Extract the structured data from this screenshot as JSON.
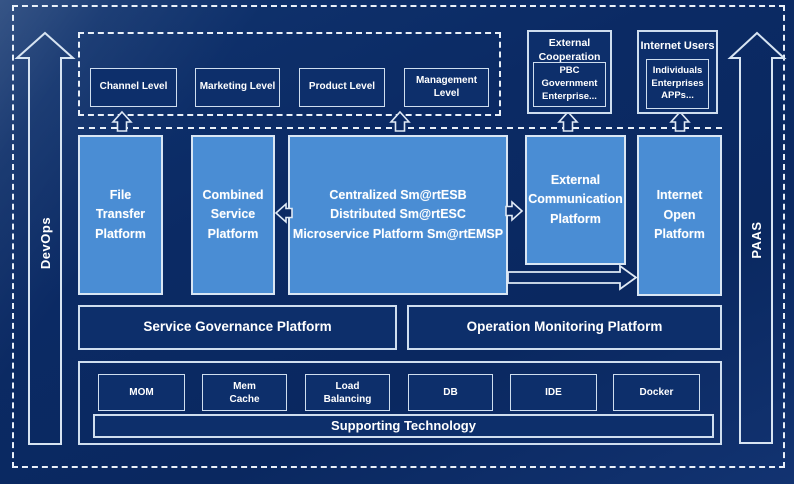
{
  "diagram": {
    "rails": {
      "left_label": "DevOps",
      "right_label": "PAAS"
    },
    "top_band": {
      "levels": [
        {
          "label": "Channel Level"
        },
        {
          "label": "Marketing Level"
        },
        {
          "label": "Product Level"
        },
        {
          "label": "Management Level"
        }
      ],
      "external_cooperation": {
        "title": "External\nCooperation",
        "item": "PBC Government\nEnterprise..."
      },
      "internet_users": {
        "title": "Internet Users",
        "item": "Individuals\nEnterprises\nAPPs..."
      }
    },
    "platform_band": {
      "file_transfer": "File\nTransfer\nPlatform",
      "combined_service": "Combined\nService\nPlatform",
      "esb": "Centralized Sm@rtESB\nDistributed Sm@rtESC\nMicroservice Platform Sm@rtEMSP",
      "external_communication": "External\nCommunication\nPlatform",
      "internet_open": "Internet\nOpen\nPlatform"
    },
    "governance_band": {
      "service_governance": "Service Governance Platform",
      "operation_monitoring": "Operation Monitoring Platform"
    },
    "supporting_band": {
      "technologies": [
        {
          "label": "MOM"
        },
        {
          "label": "Mem\nCache"
        },
        {
          "label": "Load\nBalancing"
        },
        {
          "label": "DB"
        },
        {
          "label": "IDE"
        },
        {
          "label": "Docker"
        }
      ],
      "footer": "Supporting Technology"
    },
    "colors": {
      "background": "#0b2a64",
      "panel_navy": "#0d2f6b",
      "accent_blue": "#4a8dd4",
      "border_light": "#cfdeef",
      "dashed_light": "#e9f0f9",
      "text": "#ffffff"
    }
  }
}
